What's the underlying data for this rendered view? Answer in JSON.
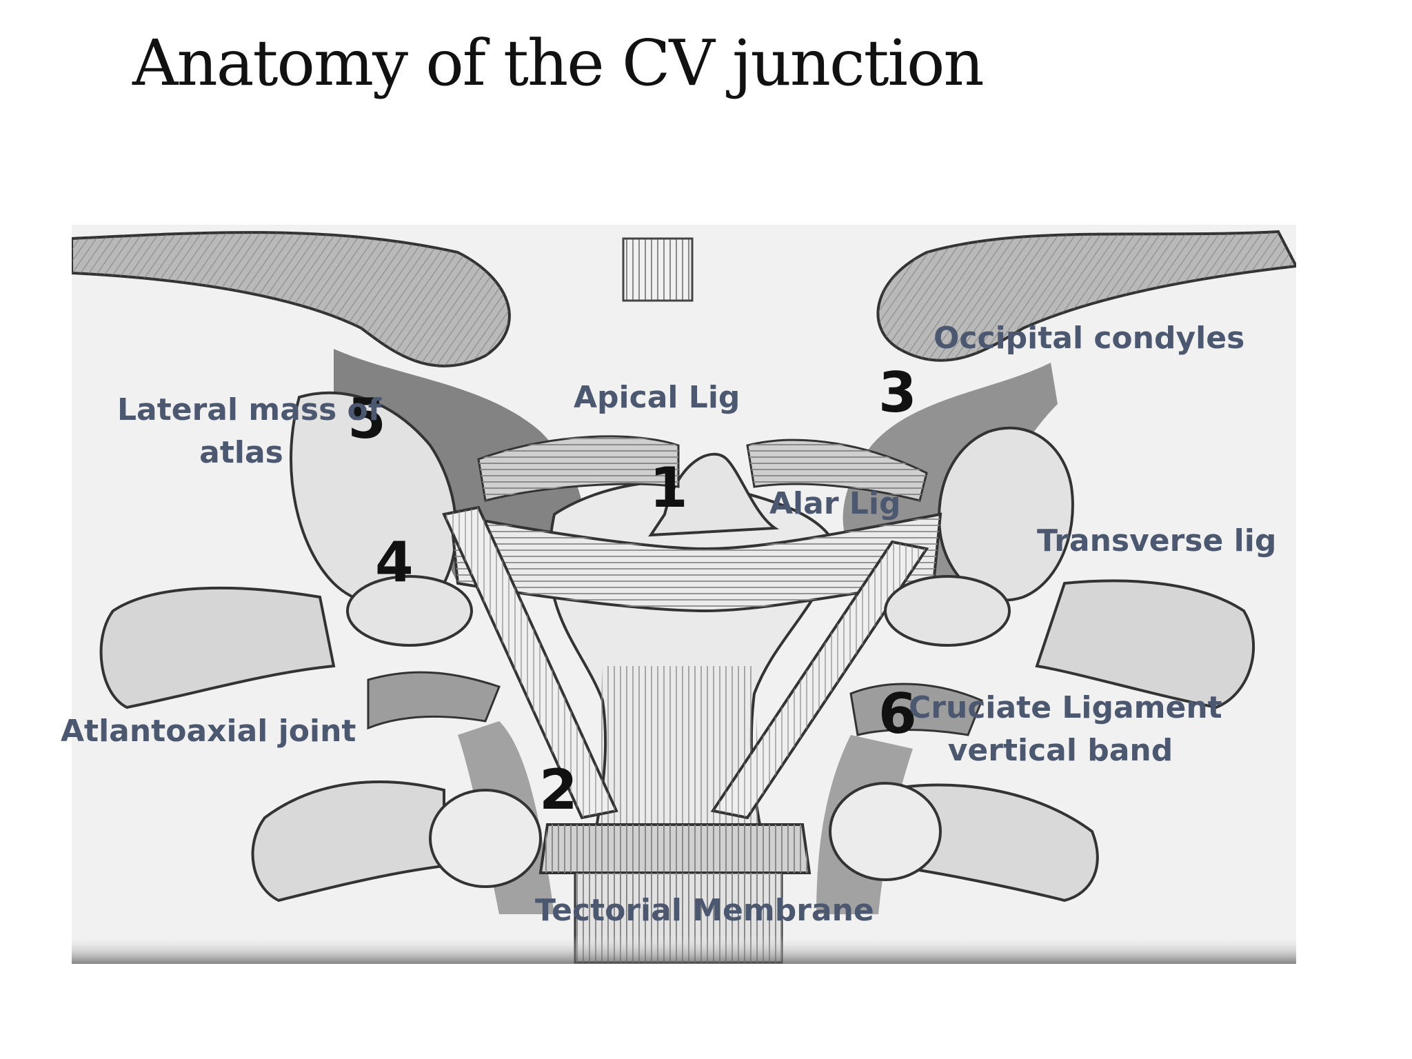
{
  "slide": {
    "title": "Anatomy of the CV junction"
  },
  "diagram": {
    "numbers": {
      "n1": "1",
      "n2": "2",
      "n3": "3",
      "n4": "4",
      "n5": "5",
      "n6": "6"
    },
    "labels": {
      "lateral_mass_line1": "Lateral mass of",
      "lateral_mass_line2": "atlas",
      "apical_lig": "Apical Lig",
      "occipital_condyles": "Occipital condyles",
      "alar_lig": "Alar Lig",
      "transverse_lig": "Transverse lig",
      "atlantoaxial_joint": "Atlantoaxial joint",
      "cruciate_line1": "Cruciate Ligament",
      "cruciate_line2": "vertical band",
      "tectorial_membrane": "Tectorial Membrane"
    }
  }
}
